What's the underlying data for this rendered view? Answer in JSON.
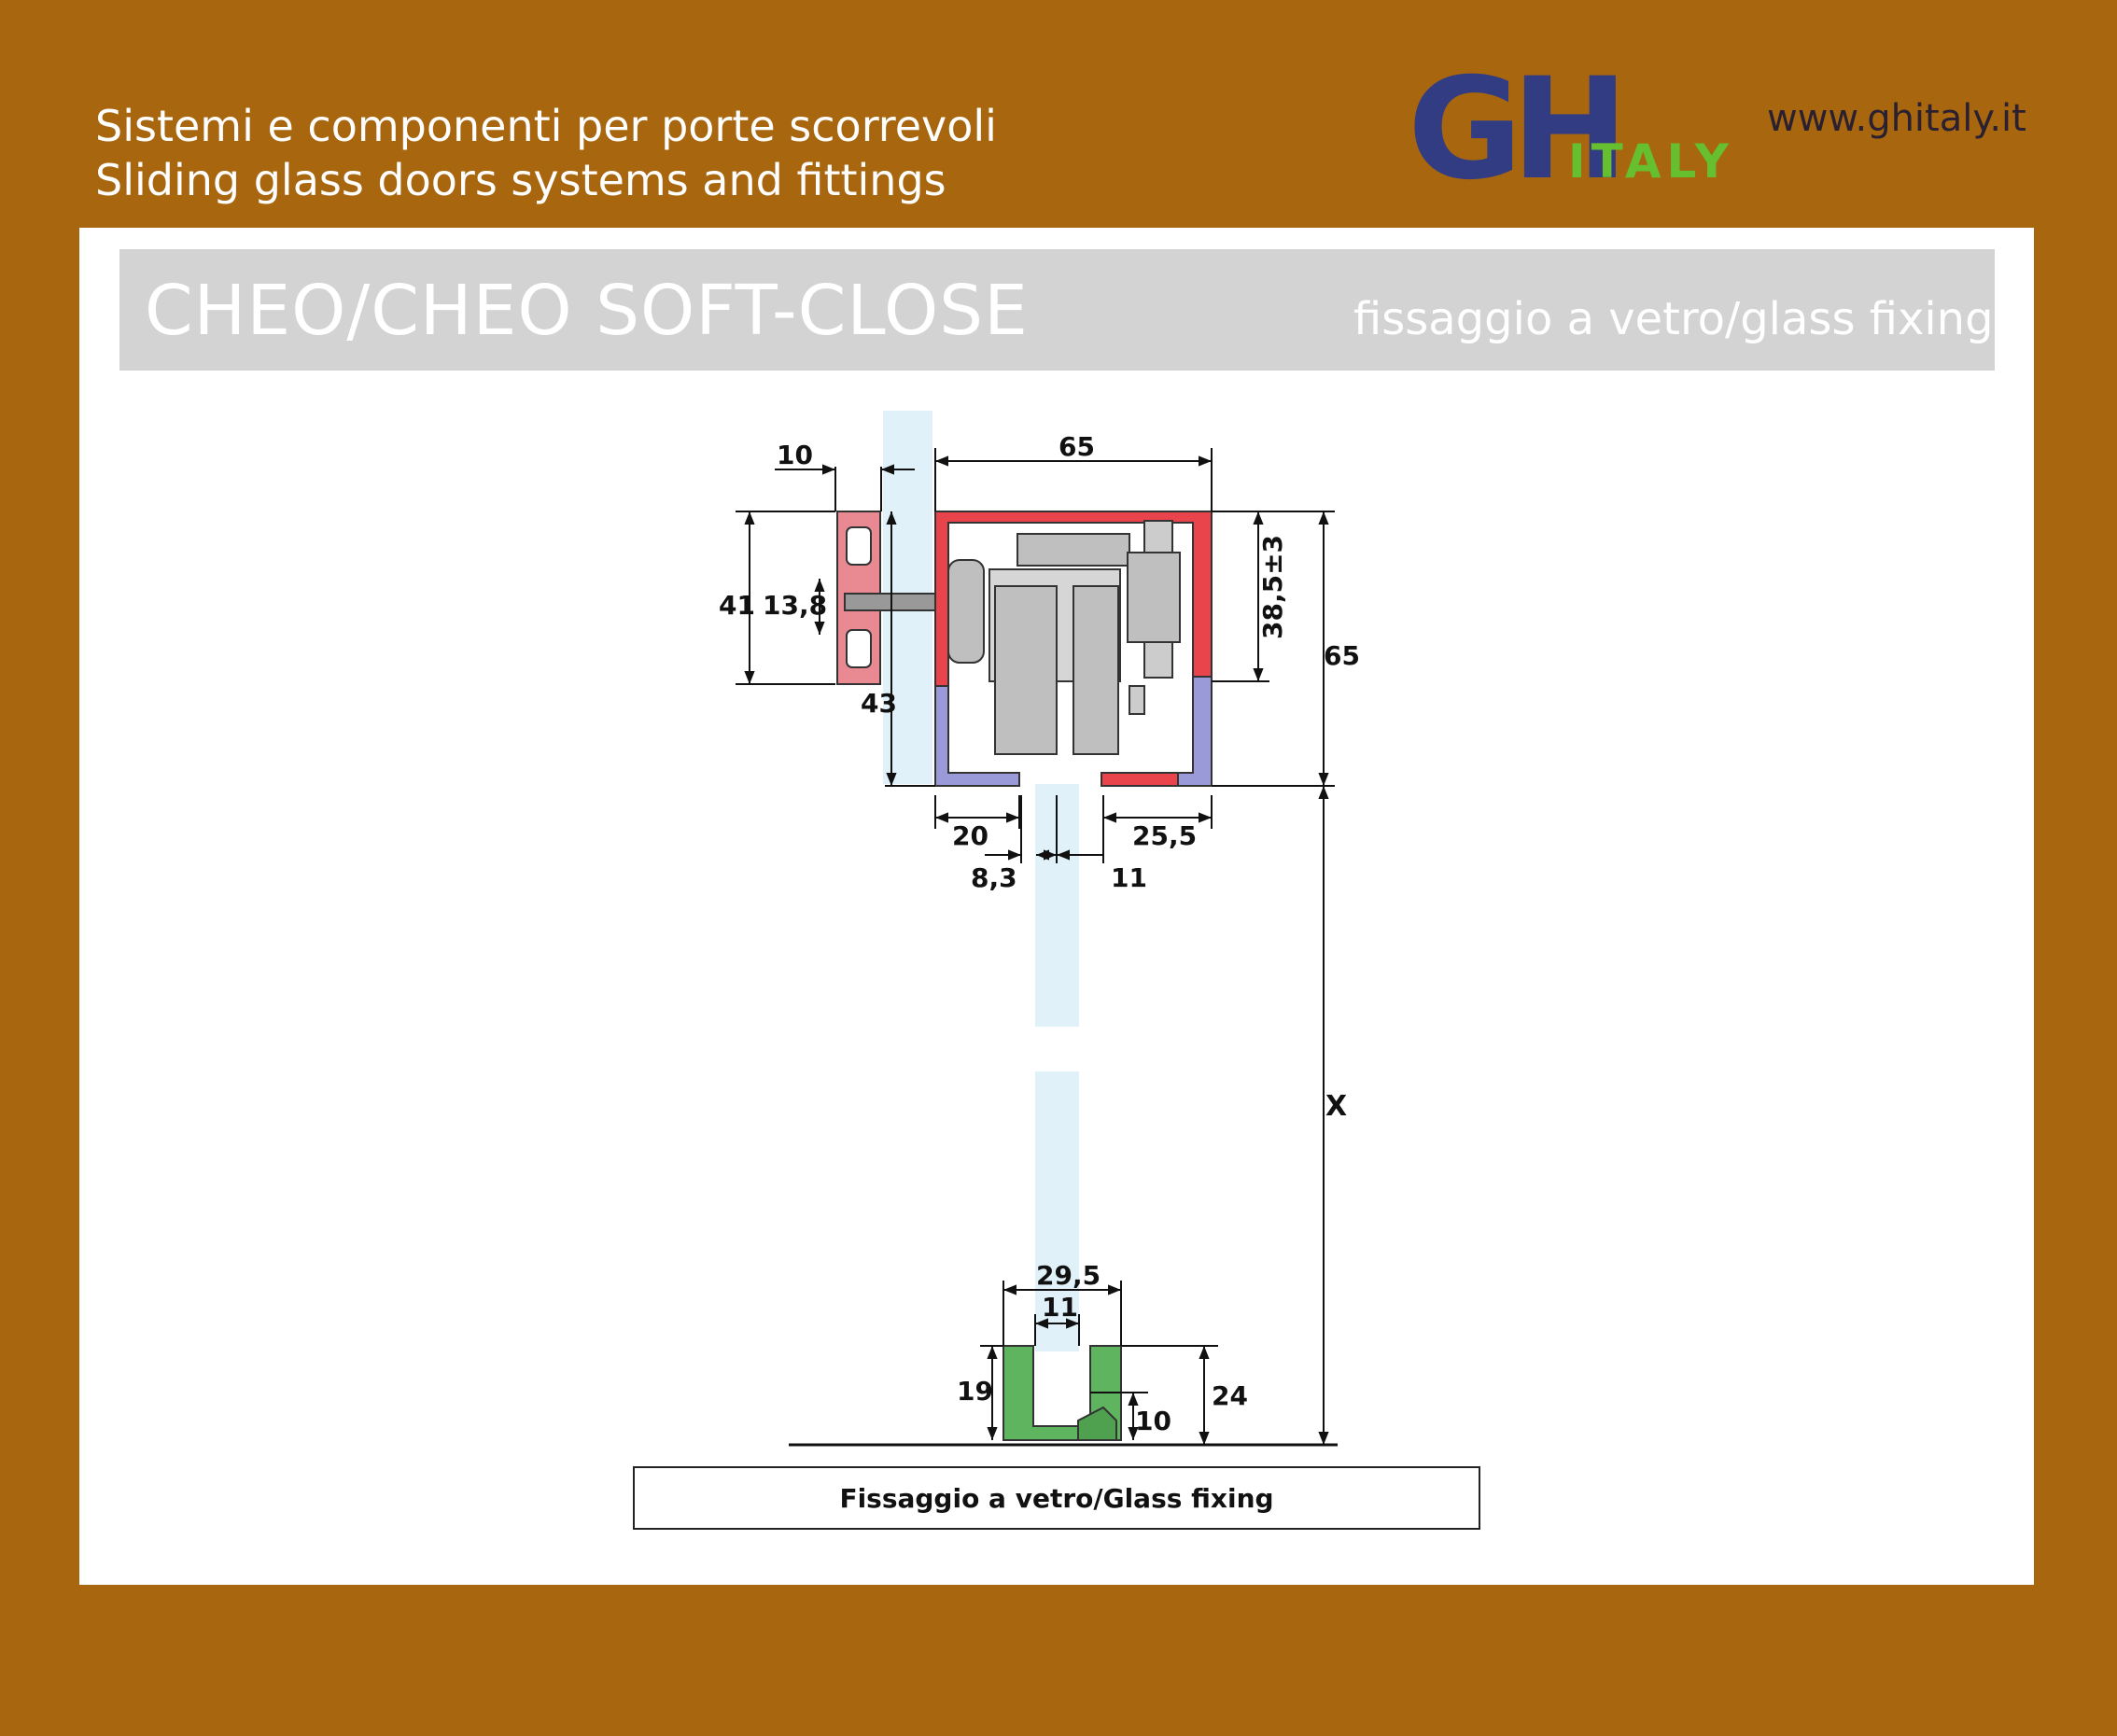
{
  "header": {
    "tagline_it": "Sistemi e componenti per porte scorrevoli",
    "tagline_en": "Sliding glass doors systems and fittings",
    "logo_text": "GH",
    "logo_subtext": "ITALY",
    "website": "www.ghitaly.it"
  },
  "title_bar": {
    "title": "CHEO/CHEO SOFT-CLOSE",
    "subtitle": "fissaggio a vetro/glass fixing"
  },
  "dimensions": {
    "d10_top": "10",
    "d65_top": "65",
    "d41": "41",
    "d13_8": "13,8",
    "d43": "43",
    "d38_5": "38,5±3",
    "d65_right": "65",
    "d20": "20",
    "d25_5": "25,5",
    "d8_3": "8,3",
    "d11_top": "11",
    "dx": "X",
    "d29_5": "29,5",
    "d11_bottom": "11",
    "d19": "19",
    "d24": "24",
    "d10_bottom": "10"
  },
  "caption": "Fissaggio a vetro/Glass fixing",
  "colors": {
    "background": "#A8660F",
    "panel": "#FFFFFF",
    "title_bar": "#D3D3D3",
    "glass": "#E1F1F9",
    "track_red": "#E9444B",
    "clamp_pink": "#E98A93",
    "track_violet": "#9A9AD8",
    "mechanism_gray": "#BFBFBF",
    "floor_guide_green": "#5FB45F",
    "logo_blue": "#313C82",
    "logo_green": "#66BF2E"
  }
}
